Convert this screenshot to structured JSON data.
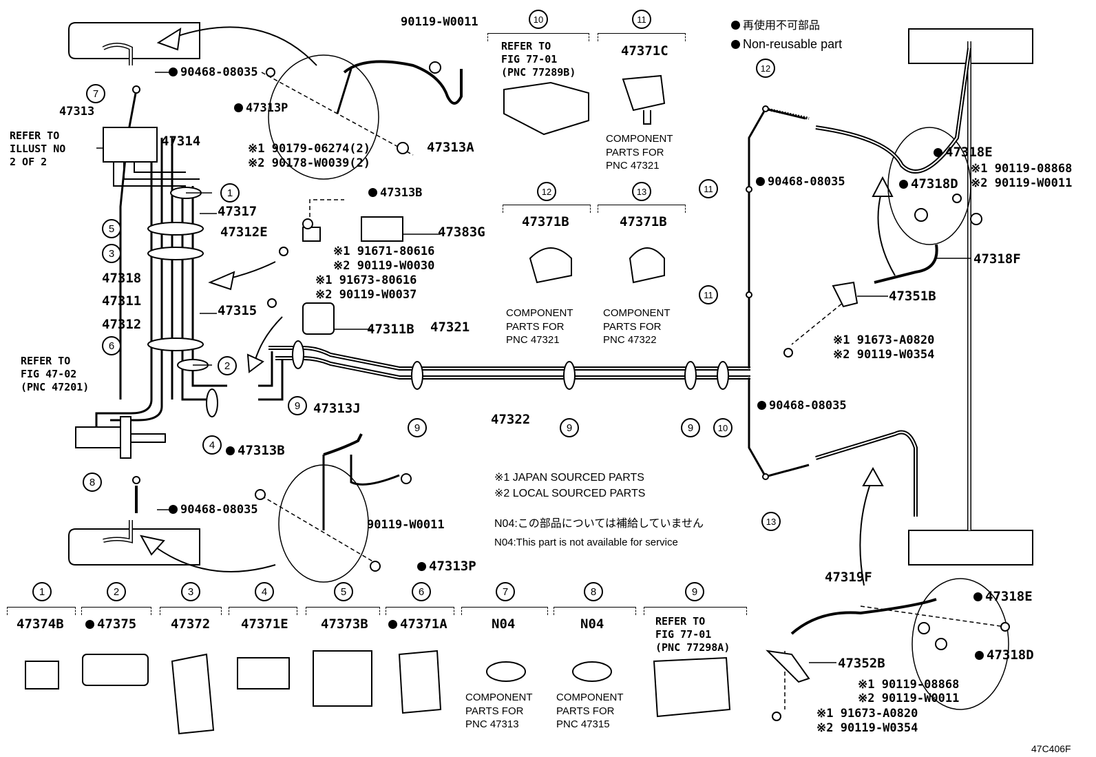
{
  "legend": {
    "jp": "再使用不可部品",
    "en": "Non-reusable part"
  },
  "notes": {
    "n1": "※1 JAPAN SOURCED PARTS",
    "n2": "※2 LOCAL SOURCED PARTS",
    "jp": "N04:この部品については補給していません",
    "en": "N04:This part is not available for service"
  },
  "code": "47C406F",
  "refs": {
    "illust": "REFER TO\nILLUST NO\n2 OF 2",
    "fig4702": "REFER TO\nFIG 47-02\n(PNC 47201)",
    "fig7701b": "REFER TO\nFIG 77-01\n(PNC 77289B)",
    "fig7701a": "REFER TO\nFIG 77-01\n(PNC 77298A)"
  },
  "comp": {
    "c47321a": "COMPONENT\nPARTS FOR\nPNC 47321",
    "c47321b": "COMPONENT\nPARTS FOR\nPNC 47321",
    "c47322": "COMPONENT\nPARTS FOR\nPNC 47322",
    "c47313": "COMPONENT\nPARTS FOR\nPNC 47313",
    "c47315": "COMPONENT\nPARTS FOR\nPNC 47315"
  },
  "parts": {
    "p90119w0011a": "90119-W0011",
    "p90468a": "90468-08035",
    "p47313P_a": "47313P",
    "p47313": "47313",
    "p47314": "47314",
    "p90179": "※1 90179-06274(2)",
    "p90178": "※2 90178-W0039(2)",
    "p47313A": "47313A",
    "p47313B_a": "47313B",
    "p47317": "47317",
    "p47312E": "47312E",
    "p47383G": "47383G",
    "p91671": "※1 91671-80616",
    "p90119w0030": "※2 90119-W0030",
    "p47318": "47318",
    "p91673": "※1 91673-80616",
    "p90119w0037": "※2 90119-W0037",
    "p47311": "47311",
    "p47315": "47315",
    "p47312": "47312",
    "p47311B": "47311B",
    "p47321": "47321",
    "p47322": "47322",
    "p47313J": "47313J",
    "p47313B_b": "47313B",
    "p90468b": "90468-08035",
    "p90119w0011b": "90119-W0011",
    "p47313P_b": "47313P",
    "p47371C": "47371C",
    "p47371B_a": "47371B",
    "p47371B_b": "47371B",
    "p90468c": "90468-08035",
    "p90468d": "90468-08035",
    "p47318E_a": "47318E",
    "p47318D_a": "47318D",
    "p90119_08868a": "※1 90119-08868",
    "p90119w0011c": "※2 90119-W0011",
    "p47318F": "47318F",
    "p47351B": "47351B",
    "p91673a0820a": "※1 91673-A0820",
    "p90119w0354a": "※2 90119-W0354",
    "p47319F": "47319F",
    "p47318E_b": "47318E",
    "p47318D_b": "47318D",
    "p47352B": "47352B",
    "p90119_08868b": "※1 90119-08868",
    "p90119w0011d": "※2 90119-W0011",
    "p91673a0820b": "※1 91673-A0820",
    "p90119w0354b": "※2 90119-W0354"
  },
  "bottom": [
    {
      "num": "1",
      "pnc": "47374B"
    },
    {
      "num": "2",
      "pnc": "47375"
    },
    {
      "num": "3",
      "pnc": "47372"
    },
    {
      "num": "4",
      "pnc": "47371E"
    },
    {
      "num": "5",
      "pnc": "47373B"
    },
    {
      "num": "6",
      "pnc": "47371A"
    },
    {
      "num": "7",
      "pnc": "N04"
    },
    {
      "num": "8",
      "pnc": "N04"
    },
    {
      "num": "9",
      "pnc": ""
    }
  ],
  "topnums": {
    "n10": "10",
    "n11": "11",
    "n12": "12",
    "n13": "13"
  },
  "callouts": [
    "1",
    "2",
    "3",
    "4",
    "5",
    "6",
    "7",
    "8",
    "9",
    "9",
    "9",
    "9",
    "9",
    "10",
    "11",
    "11",
    "12",
    "13"
  ]
}
